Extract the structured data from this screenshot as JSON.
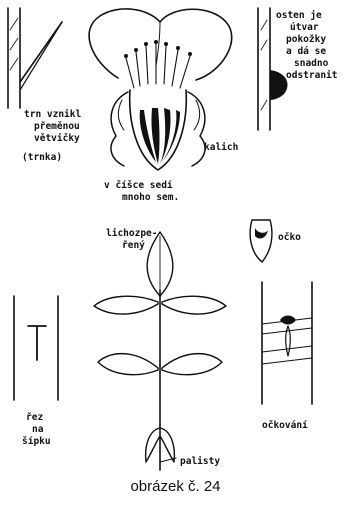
{
  "labels": {
    "thorn": [
      "trn vznikl",
      "přeměnou",
      "větvičky",
      "(trnka)"
    ],
    "prickle": [
      "osten je",
      "útvar",
      "pokožky",
      "a dá se",
      "snadno",
      "odstranit"
    ],
    "calyx": "kalich",
    "seeds": [
      "v číšce sedí",
      "mnoho sem."
    ],
    "leaf": [
      "lichozpe-",
      "řený"
    ],
    "bud": "očko",
    "cut": [
      "řez",
      "na",
      "šípku"
    ],
    "budding": "očkování",
    "stipules": "palisty"
  },
  "caption": "obrázek č. 24"
}
